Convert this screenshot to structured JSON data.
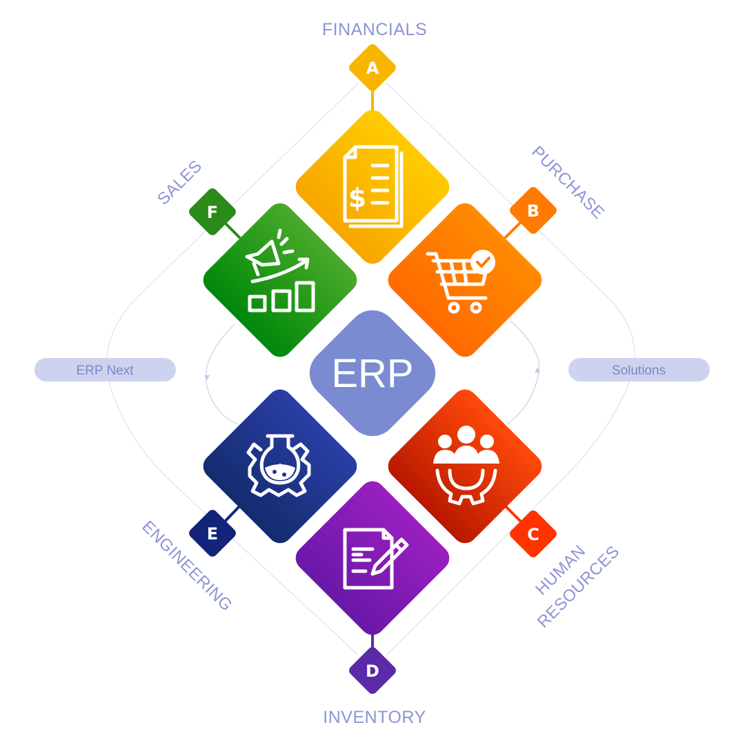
{
  "center": {
    "label": "ERP",
    "color": "#7b8bd1"
  },
  "modules": [
    {
      "id": "A",
      "label": "FINANCIALS",
      "color_top": "#ffcc00",
      "color_bottom": "#f7a600",
      "badge_color": "#f7b500",
      "icon": "invoice-dollar-icon"
    },
    {
      "id": "B",
      "label": "PURCHASE",
      "color_top": "#ff8a00",
      "color_bottom": "#ff6a00",
      "badge_color": "#ff7a00",
      "icon": "shopping-cart-check-icon"
    },
    {
      "id": "C",
      "label_lines": [
        "HUMAN",
        "RESOURCES"
      ],
      "color_top": "#ff4a0a",
      "color_bottom": "#b81800",
      "badge_color": "#ff3300",
      "icon": "team-gear-icon"
    },
    {
      "id": "D",
      "label": "INVENTORY",
      "color_top": "#9a1fc0",
      "color_bottom": "#6a18a8",
      "badge_color": "#5b2aa8",
      "icon": "document-pencil-icon"
    },
    {
      "id": "E",
      "label": "ENGINEERING",
      "color_top": "#2a3ea6",
      "color_bottom": "#142c6e",
      "badge_color": "#13247a",
      "icon": "flask-gear-icon"
    },
    {
      "id": "F",
      "label": "SALES",
      "color_top": "#4aaa2a",
      "color_bottom": "#00880a",
      "badge_color": "#2a8a1a",
      "icon": "megaphone-growth-chart-icon"
    }
  ],
  "side_pills": {
    "left": "ERP Next",
    "right": "Solutions",
    "color": "#cdd3ee"
  }
}
